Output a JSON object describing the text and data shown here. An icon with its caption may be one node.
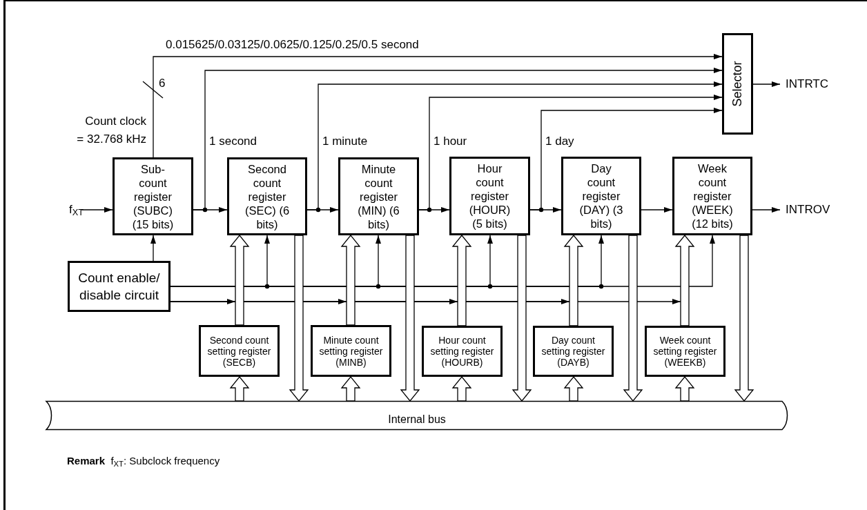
{
  "diagram": {
    "nodes": [
      {
        "text": [
          "Selector"
        ]
      },
      {
        "text": [
          "Sub-count register (SUBC) (15 bits)"
        ]
      },
      {
        "text": [
          "Second count register (SEC) (6 bits)"
        ]
      },
      {
        "text": [
          "Minute count register (MIN) (6 bits)"
        ]
      },
      {
        "text": [
          "Hour count register (HOUR) (5 bits)"
        ]
      },
      {
        "text": [
          "Day count register (DAY) (3 bits)"
        ]
      },
      {
        "text": [
          "Week count register (WEEK) (12 bits)"
        ]
      },
      {
        "text": [
          "Count enable/ disable circuit"
        ]
      },
      {
        "text": [
          "Second count setting register (SECB)"
        ]
      },
      {
        "text": [
          "Minute count setting register (MINB)"
        ]
      },
      {
        "text": [
          "Hour count setting register (HOURB)"
        ]
      },
      {
        "text": [
          "Day count setting register (DAYB)"
        ]
      },
      {
        "text": [
          "Week count setting register (WEEKB)"
        ]
      },
      {
        "text": [
          "Internal bus"
        ]
      },
      {
        "text": [
          "f$_{XT}$"
        ]
      },
      {
        "text": [
          "INTRTC"
        ]
      },
      {
        "text": [
          "INTROV"
        ]
      }
    ],
    "edges": [
      {
        "from": 14,
        "to": 1,
        "arrow": "to"
      },
      {
        "from": 1,
        "to": 2,
        "arrow": "to"
      },
      {
        "from": 2,
        "to": 3,
        "arrow": "to"
      },
      {
        "from": 3,
        "to": 4,
        "arrow": "to"
      },
      {
        "from": 4,
        "to": 5,
        "arrow": "to"
      },
      {
        "from": 5,
        "to": 6,
        "arrow": "to"
      },
      {
        "from": 6,
        "to": 16,
        "arrow": "to"
      },
      {
        "from": 0,
        "to": 15,
        "arrow": "to"
      },
      {
        "from": 1,
        "to": 0,
        "arrow": "to",
        "label": "0.015625/0.03125/0.0625/0.125/0.25/0.5 second"
      },
      {
        "from": 1,
        "to": 0,
        "arrow": "to",
        "label": "1 second"
      },
      {
        "from": 2,
        "to": 0,
        "arrow": "to",
        "label": "1 minute"
      },
      {
        "from": 3,
        "to": 0,
        "arrow": "to",
        "label": "1 hour"
      },
      {
        "from": 4,
        "to": 0,
        "arrow": "to",
        "label": "1 day"
      },
      {
        "from": 7,
        "to": 1,
        "arrow": "to"
      },
      {
        "from": 7,
        "to": 2,
        "arrow": "to"
      },
      {
        "from": 7,
        "to": 3,
        "arrow": "to"
      },
      {
        "from": 7,
        "to": 4,
        "arrow": "to"
      },
      {
        "from": 7,
        "to": 5,
        "arrow": "to"
      },
      {
        "from": 7,
        "to": 6,
        "arrow": "to"
      },
      {
        "from": 7,
        "to": null,
        "arrow": "to"
      },
      {
        "from": 7,
        "to": null,
        "arrow": "to"
      },
      {
        "from": 7,
        "to": null,
        "arrow": "to"
      },
      {
        "from": 7,
        "to": null,
        "arrow": "to"
      },
      {
        "from": 7,
        "to": null,
        "arrow": "to"
      },
      {
        "from": 8,
        "to": 2,
        "arrow": "to",
        "style": "thick"
      },
      {
        "from": 9,
        "to": 3,
        "arrow": "to",
        "style": "thick"
      },
      {
        "from": 10,
        "to": 4,
        "arrow": "to",
        "style": "thick"
      },
      {
        "from": 11,
        "to": 5,
        "arrow": "to",
        "style": "thick"
      },
      {
        "from": 12,
        "to": 6,
        "arrow": "to",
        "style": "thick"
      },
      {
        "from": 13,
        "to": 8,
        "arrow": "to",
        "style": "thick"
      },
      {
        "from": 13,
        "to": 9,
        "arrow": "to",
        "style": "thick"
      },
      {
        "from": 13,
        "to": 10,
        "arrow": "to",
        "style": "thick"
      },
      {
        "from": 13,
        "to": 11,
        "arrow": "to",
        "style": "thick"
      },
      {
        "from": 13,
        "to": 12,
        "arrow": "to",
        "style": "thick"
      },
      {
        "from": 2,
        "to": 13,
        "arrow": "to",
        "style": "thick"
      },
      {
        "from": 3,
        "to": 13,
        "arrow": "to",
        "style": "thick"
      },
      {
        "from": 4,
        "to": 13,
        "arrow": "to",
        "style": "thick"
      },
      {
        "from": 5,
        "to": 13,
        "arrow": "to",
        "style": "thick"
      },
      {
        "from": 6,
        "to": 13,
        "arrow": "to",
        "style": "thick"
      }
    ],
    "labels": [
      "6",
      "Count clock = 32.768 kHz",
      "**Remark**  f$_{XT}$: Subclock frequency"
    ]
  }
}
